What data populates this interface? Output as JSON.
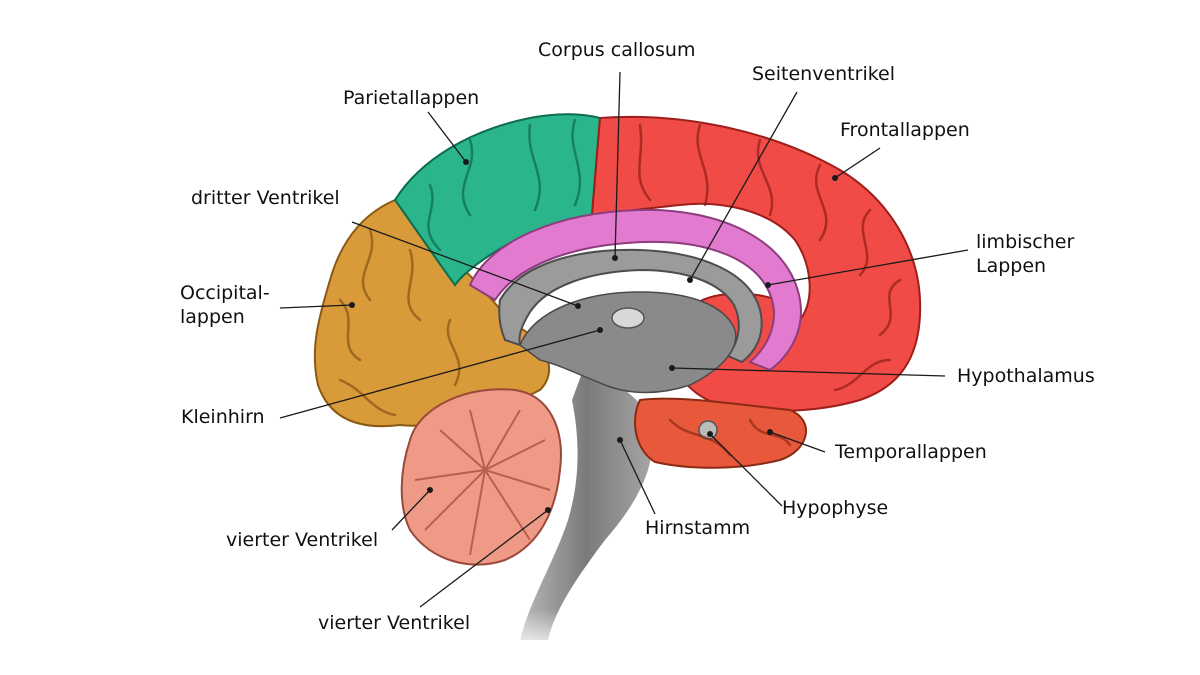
{
  "labels": {
    "corpus_callosum": "Corpus callosum",
    "seitenventrikel": "Seitenventrikel",
    "parietallappen": "Parietallappen",
    "frontallappen": "Frontallappen",
    "dritter_ventrikel": "dritter Ventrikel",
    "limbischer_1": "limbischer",
    "limbischer_2": "Lappen",
    "occipital_1": "Occipital-",
    "occipital_2": "lappen",
    "hypothalamus": "Hypothalamus",
    "kleinhirn": "Kleinhirn",
    "temporallappen": "Temporallappen",
    "hypophyse": "Hypophyse",
    "hirnstamm": "Hirnstamm",
    "vierter_ventrikel_1": "vierter Ventrikel",
    "vierter_ventrikel_2": "vierter Ventrikel"
  },
  "colors": {
    "frontal": "#f04b46",
    "parietal": "#2bb58c",
    "occipital": "#d99a3a",
    "temporal": "#e8583a",
    "limbic": "#e27bd0",
    "cerebellum": "#ef9a86",
    "brainstem": "#8e8e8e",
    "leader": "#1a1a1a"
  }
}
